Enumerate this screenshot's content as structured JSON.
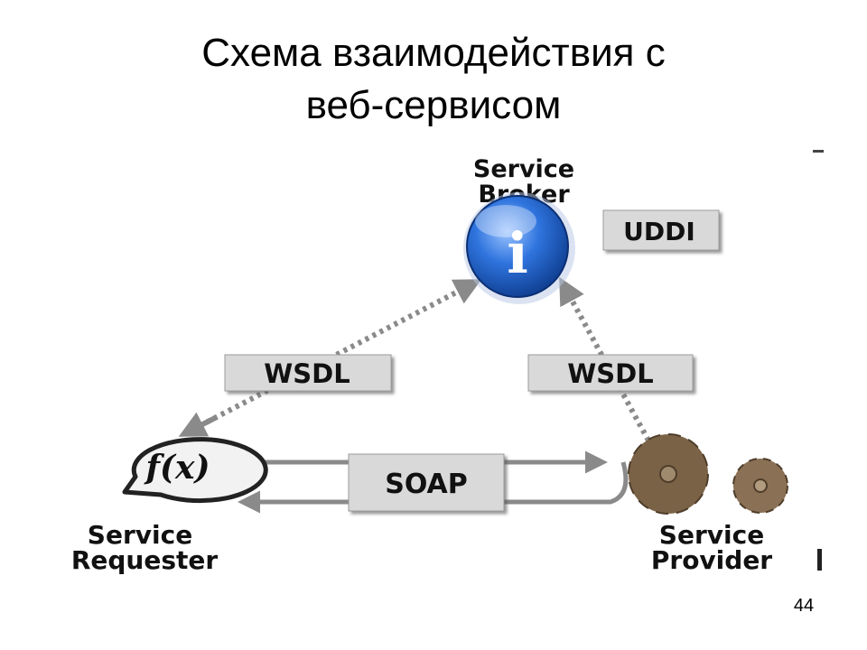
{
  "slide": {
    "title_line1": "Схема взаимодействия с",
    "title_line2": "веб-сервисом",
    "page_number": "44"
  },
  "diagram": {
    "broker": {
      "label_line1": "Service",
      "label_line2": "Broker",
      "icon": "info-icon",
      "icon_glyph": "i",
      "registry_tag": "UDDI"
    },
    "requester": {
      "label_line1": "Service",
      "label_line2": "Requester",
      "icon": "function-bubble-icon",
      "icon_glyph": "f(x)"
    },
    "provider": {
      "label_line1": "Service",
      "label_line2": "Provider",
      "icon": "gears-icon"
    },
    "links": {
      "requester_broker_tag": "WSDL",
      "provider_broker_tag": "WSDL",
      "requester_provider_tag": "SOAP"
    },
    "colors": {
      "broker_blue": "#1f5fc4",
      "gear_brown": "#7a6246",
      "tag_fill": "#d9d9d9",
      "connector_gray": "#8a8a8a"
    }
  }
}
